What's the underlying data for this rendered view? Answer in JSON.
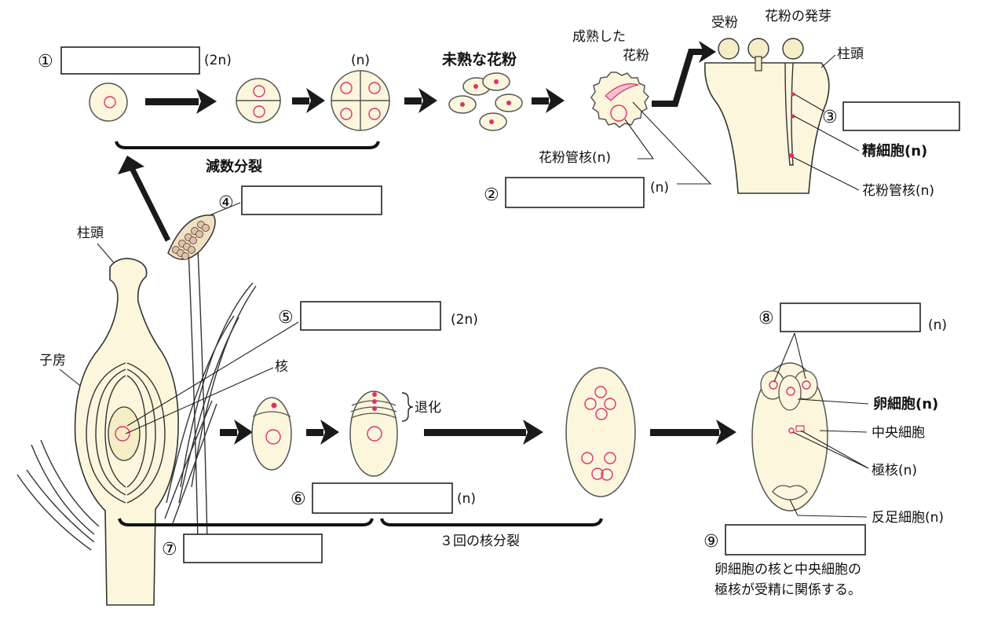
{
  "blanks": {
    "b1": {
      "num": "①",
      "ploidy": "(2n)"
    },
    "b2": {
      "num": "②",
      "ploidy": "(n)"
    },
    "b3": {
      "num": "③"
    },
    "b4": {
      "num": "④"
    },
    "b5": {
      "num": "⑤",
      "ploidy": "(2n)"
    },
    "b6": {
      "num": "⑥",
      "ploidy": "(n)"
    },
    "b7": {
      "num": "⑦"
    },
    "b8": {
      "num": "⑧",
      "ploidy": "(n)"
    },
    "b9": {
      "num": "⑨"
    }
  },
  "labels": {
    "tetrad_ploidy": "(n)",
    "meiosis": "減数分裂",
    "immature_pollen": "未熟な花粉",
    "mature_pollen_1": "成熟した",
    "mature_pollen_2": "花粉",
    "pollen_tube_nucleus_1": "花粉管核(n)",
    "pollination": "受粉",
    "pollen_germination": "花粉の発芽",
    "stigma_top": "柱頭",
    "sperm_cell": "精細胞(n)",
    "pollen_tube_nucleus_2": "花粉管核(n)",
    "stigma_plant": "柱頭",
    "ovary": "子房",
    "nucleus": "核",
    "degenerate": "退化",
    "three_divisions": "３回の核分裂",
    "egg_cell": "卵細胞(n)",
    "central_cell": "中央細胞",
    "polar_nuclei": "極核(n)",
    "antipodal_cells": "反足細胞(n)",
    "note_line1": "卵細胞の核と中央細胞の",
    "note_line2": "極核が受精に関係する。"
  }
}
